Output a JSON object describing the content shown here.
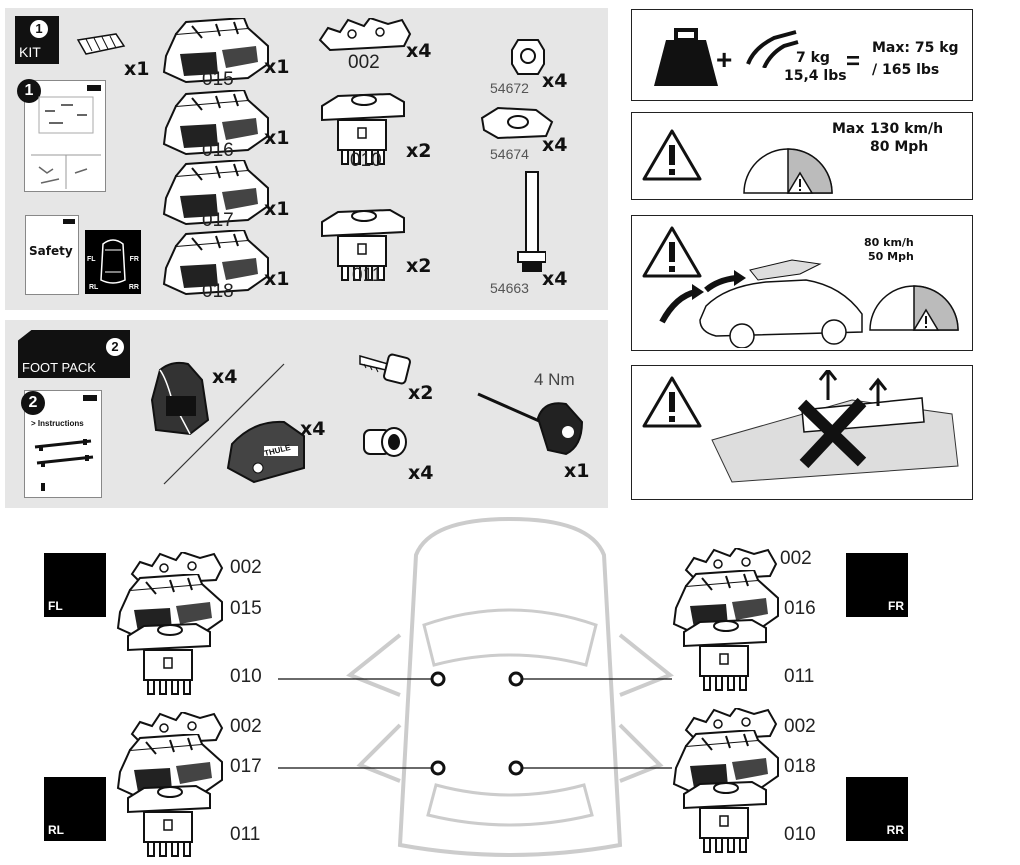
{
  "kit": {
    "title": "KIT",
    "number": "1",
    "booklet_number": "1",
    "safety_label": "Safety",
    "pads_qty": "x1",
    "feet": [
      {
        "code": "015",
        "qty": "x1"
      },
      {
        "code": "016",
        "qty": "x1"
      },
      {
        "code": "017",
        "qty": "x1"
      },
      {
        "code": "018",
        "qty": "x1"
      }
    ],
    "pads": {
      "code": "002",
      "qty": "x4"
    },
    "clamps": [
      {
        "code": "010",
        "qty": "x2"
      },
      {
        "code": "011",
        "qty": "x2"
      }
    ],
    "small_parts": [
      {
        "code": "54672",
        "qty": "x4"
      },
      {
        "code": "54674",
        "qty": "x4"
      },
      {
        "code": "54663",
        "qty": "x4"
      }
    ],
    "corner_labels": [
      "FL",
      "FR",
      "RL",
      "RR"
    ]
  },
  "foot_pack": {
    "title": "FOOT PACK",
    "number": "2",
    "booklet_number": "2",
    "instructions_label": "> Instructions",
    "brand": "THULE",
    "foot_a_qty": "x4",
    "foot_b_qty": "x4",
    "key_qty": "x2",
    "lock_qty": "x4",
    "torque": "4 Nm",
    "tool_qty": "x1"
  },
  "warnings": {
    "load": {
      "weight_kg": "7 kg",
      "weight_lbs": "15,4 lbs",
      "equals": "=",
      "plus": "+",
      "max_kg": "Max: 75 kg",
      "max_lbs": "/ 165 lbs"
    },
    "speed": {
      "max_label": "Max",
      "kmh": "130 km/h",
      "mph": "80 Mph"
    },
    "loaded_speed": {
      "kmh": "80 km/h",
      "mph": "50 Mph"
    }
  },
  "positions": {
    "fl": {
      "corner": "FL",
      "pad": "002",
      "foot": "015",
      "clamp": "010"
    },
    "fr": {
      "corner": "FR",
      "pad": "002",
      "foot": "016",
      "clamp": "011"
    },
    "rl": {
      "corner": "RL",
      "pad": "002",
      "foot": "017",
      "clamp": "011"
    },
    "rr": {
      "corner": "RR",
      "pad": "002",
      "foot": "018",
      "clamp": "010"
    }
  }
}
